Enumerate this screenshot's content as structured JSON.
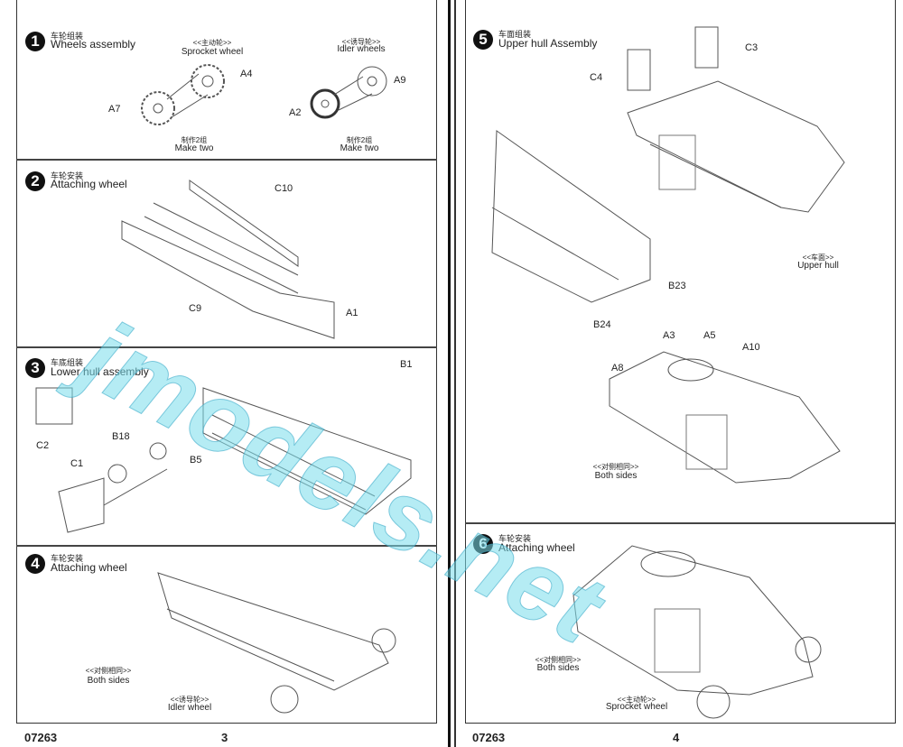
{
  "left_page": {
    "steps": [
      {
        "number": "1",
        "title_cn": "车轮组装",
        "title_en": "Wheels assembly"
      },
      {
        "number": "2",
        "title_cn": "车轮安装",
        "title_en": "Attaching wheel"
      },
      {
        "number": "3",
        "title_cn": "车底组装",
        "title_en": "Lower hull assembly"
      },
      {
        "number": "4",
        "title_cn": "车轮安装",
        "title_en": "Attaching wheel"
      }
    ],
    "step1": {
      "sprocket_cn": "<<主动轮>>",
      "sprocket_en": "Sprocket wheel",
      "idler_cn": "<<诱导轮>>",
      "idler_en": "Idler wheels",
      "make_cn": "制作2组",
      "make_en": "Make two",
      "parts": [
        "A4",
        "A7",
        "A9",
        "A2"
      ]
    },
    "step2": {
      "parts": [
        "C10",
        "C9",
        "A1"
      ]
    },
    "step3": {
      "parts": [
        "B1",
        "C2",
        "C1",
        "B18",
        "B5"
      ]
    },
    "step4": {
      "both_cn": "<<对侧相同>>",
      "both_en": "Both sides",
      "idler_cn": "<<诱导轮>>",
      "idler_en": "Idler wheel"
    },
    "footer": {
      "code": "07263",
      "page": "3"
    }
  },
  "right_page": {
    "steps": [
      {
        "number": "5",
        "title_cn": "车面组装",
        "title_en": "Upper hull Assembly"
      },
      {
        "number": "6",
        "title_cn": "车轮安装",
        "title_en": "Attaching wheel"
      }
    ],
    "step5": {
      "parts": [
        "C3",
        "C4",
        "B23",
        "B24",
        "A3",
        "A5",
        "A10",
        "A8"
      ],
      "upper_cn": "<<车面>>",
      "upper_en": "Upper hull",
      "both_cn": "<<对侧相同>>",
      "both_en": "Both sides"
    },
    "step6": {
      "both_cn": "<<对侧相同>>",
      "both_en": "Both sides",
      "sprocket_cn": "<<主动轮>>",
      "sprocket_en": "Sprocket wheel"
    },
    "footer": {
      "code": "07263",
      "page": "4"
    }
  },
  "watermark": "jmodels.net"
}
